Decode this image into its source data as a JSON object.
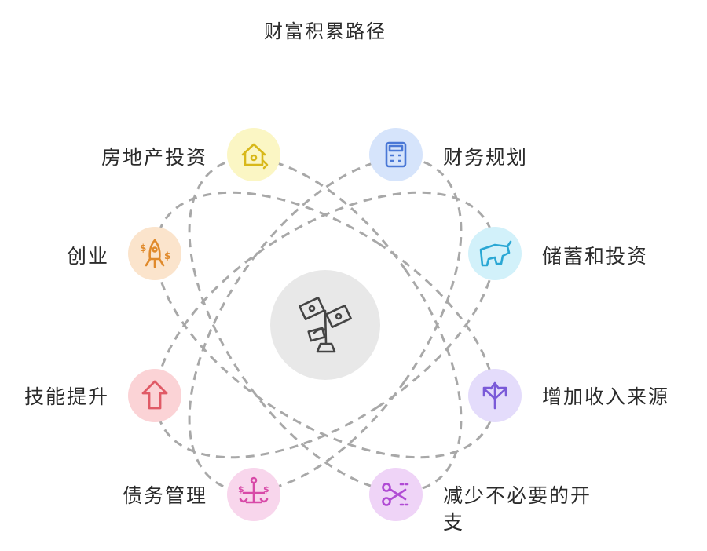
{
  "title": "财富积累路径",
  "center": {
    "icon": "money-plant-icon"
  },
  "nodes": [
    {
      "id": "real-estate",
      "label": "房地产投资",
      "icon": "house-tag-icon",
      "bg": "#fbf6c4",
      "color": "#d8b81a"
    },
    {
      "id": "financial-planning",
      "label": "财务规划",
      "icon": "calculator-icon",
      "bg": "#d6e4fb",
      "color": "#4a78d6"
    },
    {
      "id": "entrepreneurship",
      "label": "创业",
      "icon": "rocket-money-icon",
      "bg": "#fbe4cc",
      "color": "#e08a2c"
    },
    {
      "id": "saving-investing",
      "label": "储蓄和投资",
      "icon": "bull-icon",
      "bg": "#d2f1fa",
      "color": "#2aa7d4"
    },
    {
      "id": "skill-upgrade",
      "label": "技能提升",
      "icon": "arrow-up-icon",
      "bg": "#fbd3d6",
      "color": "#e05a66"
    },
    {
      "id": "more-income",
      "label": "增加收入来源",
      "icon": "split-arrows-icon",
      "bg": "#e4dcfb",
      "color": "#7a5ad8"
    },
    {
      "id": "debt-management",
      "label": "债务管理",
      "icon": "balance-money-icon",
      "bg": "#f8d6ec",
      "color": "#d84aa8"
    },
    {
      "id": "cut-expenses",
      "label": "减少不必要的开支",
      "icon": "scissors-cut-icon",
      "bg": "#efd4f7",
      "color": "#b04ad4"
    }
  ]
}
